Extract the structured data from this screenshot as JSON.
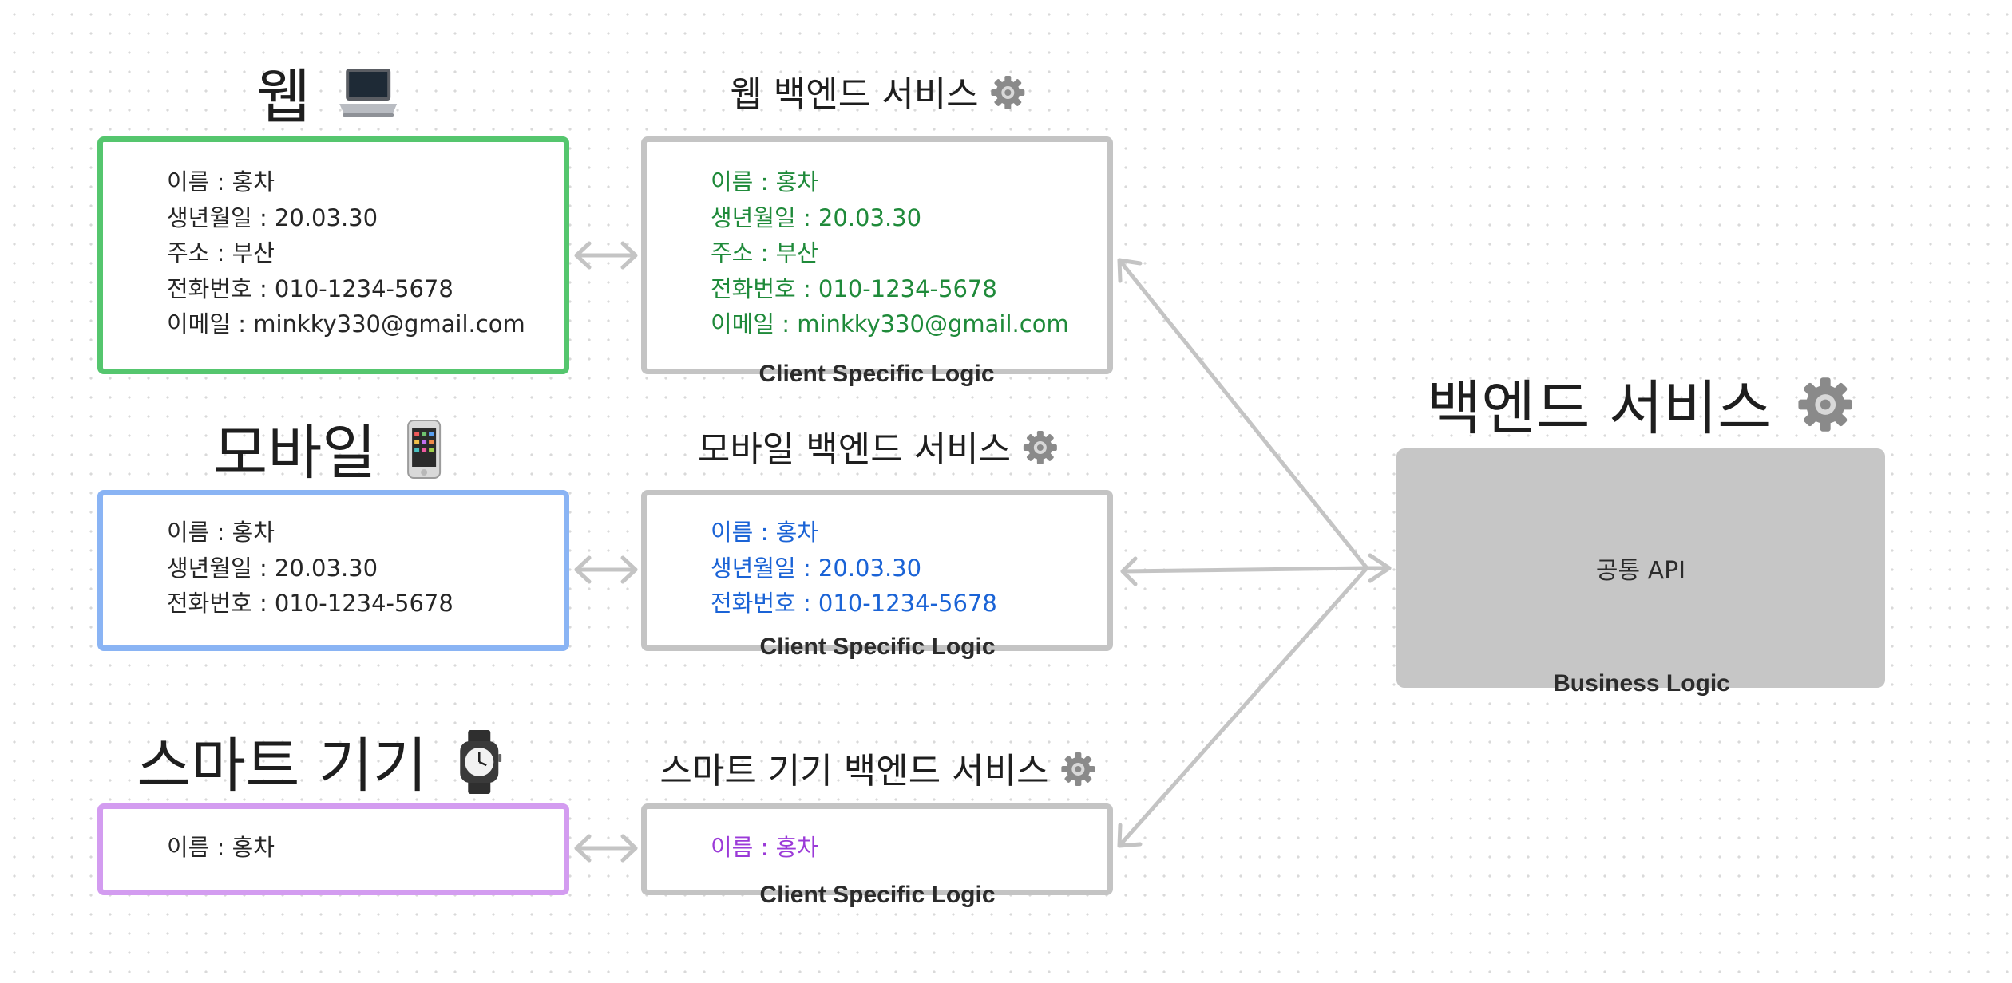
{
  "clients": [
    {
      "id": "web",
      "title": "웹",
      "icon": "laptop-icon",
      "color": "#55c66e",
      "fields": [
        "이름 : 홍차",
        "생년월일 : 20.03.30",
        "주소 : 부산",
        "전화번호 : 010-1234-5678",
        "이메일 : minkky330@gmail.com"
      ]
    },
    {
      "id": "mobile",
      "title": "모바일",
      "icon": "phone-icon",
      "color": "#8ab4f4",
      "fields": [
        "이름 : 홍차",
        "생년월일 : 20.03.30",
        "전화번호 : 010-1234-5678"
      ]
    },
    {
      "id": "smart",
      "title": "스마트 기기",
      "icon": "watch-icon",
      "color": "#d39cf0",
      "fields": [
        "이름 : 홍차"
      ]
    }
  ],
  "bff_services": [
    {
      "id": "web",
      "title": "웹 백엔드 서비스",
      "icon": "gear-icon",
      "text_color": "#1f8a3a",
      "fields": [
        "이름 : 홍차",
        "생년월일 : 20.03.30",
        "주소 : 부산",
        "전화번호 : 010-1234-5678",
        "이메일 : minkky330@gmail.com"
      ],
      "logic_label": "Client Specific Logic"
    },
    {
      "id": "mobile",
      "title": "모바일 백엔드 서비스",
      "icon": "gear-icon",
      "text_color": "#1a63d6",
      "fields": [
        "이름 : 홍차",
        "생년월일 : 20.03.30",
        "전화번호 : 010-1234-5678"
      ],
      "logic_label": "Client Specific Logic"
    },
    {
      "id": "smart",
      "title": "스마트 기기 백엔드 서비스",
      "icon": "gear-icon",
      "text_color": "#9b3ad8",
      "fields": [
        "이름 : 홍차"
      ],
      "logic_label": "Client Specific Logic"
    }
  ],
  "backend": {
    "title": "백엔드 서비스",
    "icon": "gear-icon",
    "api_label": "공통 API",
    "logic_label": "Business Logic",
    "color": "#c6c6c6"
  },
  "connector_color": "#c4c4c4"
}
